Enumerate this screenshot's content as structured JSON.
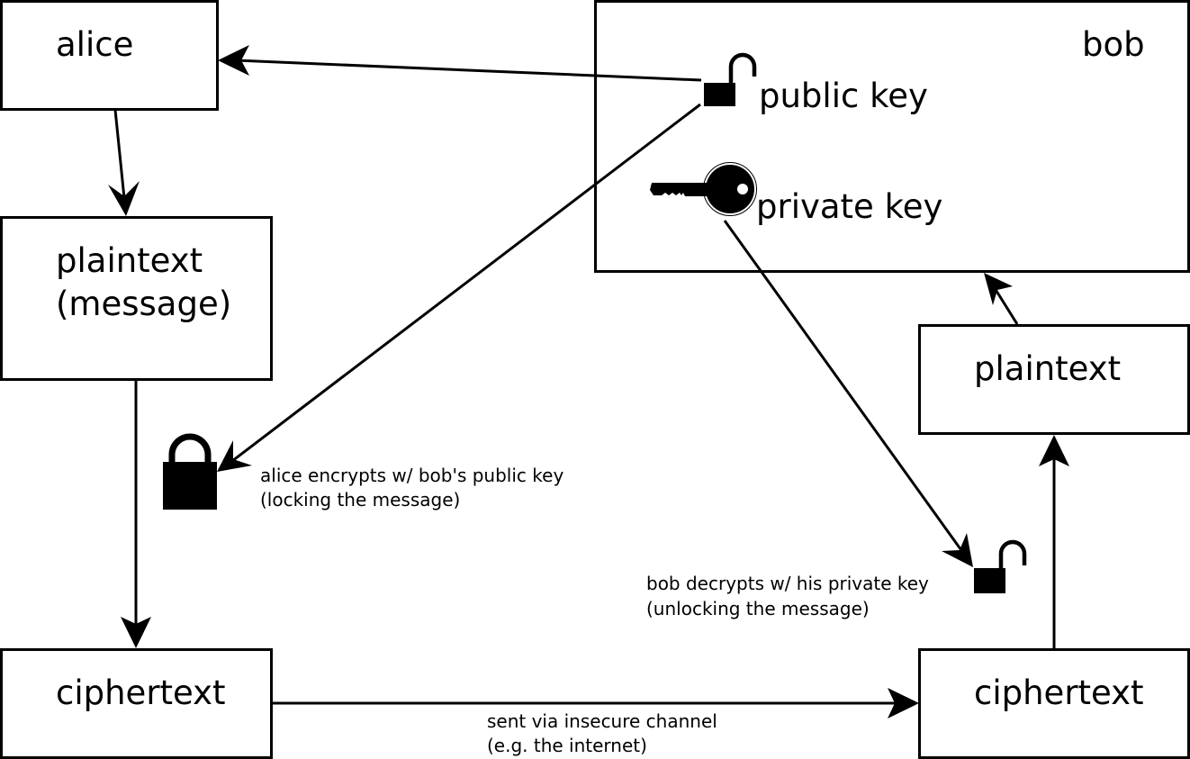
{
  "nodes": {
    "alice": "alice",
    "bob": "bob",
    "public_key": "public key",
    "private_key": "private key",
    "plaintext_message_line1": "plaintext",
    "plaintext_message_line2": "(message)",
    "plaintext_bob": "plaintext",
    "ciphertext_alice": "ciphertext",
    "ciphertext_bob": "ciphertext"
  },
  "annotations": {
    "encrypt_line1": "alice encrypts w/ bob's public key",
    "encrypt_line2": "(locking the message)",
    "decrypt_line1": "bob decrypts w/ his private key",
    "decrypt_line2": "(unlocking the message)",
    "channel_line1": "sent via insecure channel",
    "channel_line2": "(e.g. the internet)"
  },
  "icons": {
    "public_key": "open-padlock-icon",
    "private_key": "key-icon",
    "encrypt": "closed-padlock-icon",
    "decrypt": "open-padlock-icon"
  }
}
